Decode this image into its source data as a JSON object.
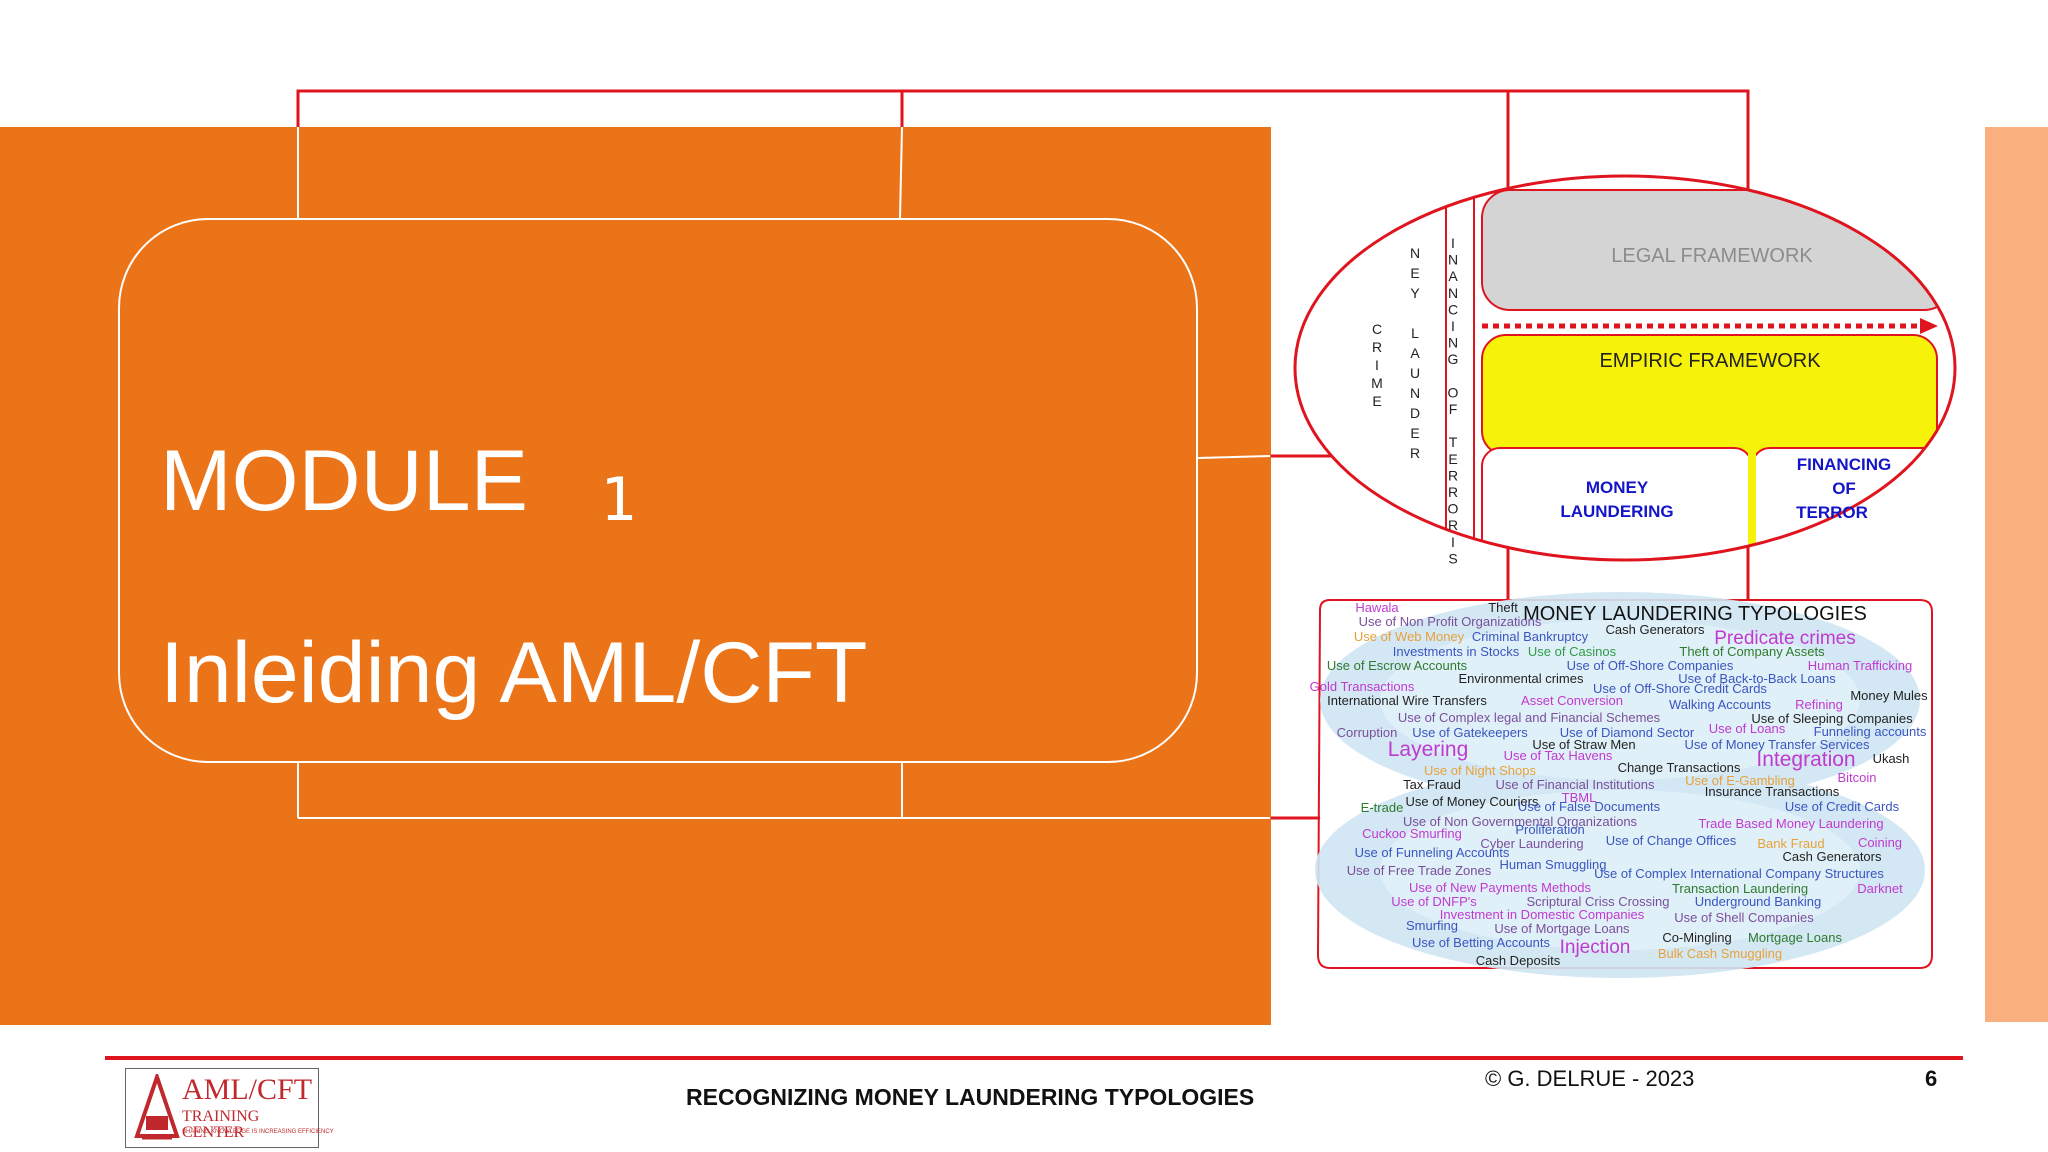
{
  "slide": {
    "title": "MODULE",
    "number": "1",
    "subtitle": "Inleiding AML/CFT"
  },
  "diagram": {
    "vertical_labels": {
      "crime": "CRIME",
      "money_laundering": "NEY LAUNDER",
      "financing_terrorism": "INANCING OF TERRORIS"
    },
    "legal_framework": "LEGAL  FRAMEWORK",
    "empiric_framework": "EMPIRIC  FRAMEWORK",
    "money_laundering": [
      "MONEY",
      "LAUNDERING"
    ],
    "financing_terror": [
      "FINANCING",
      "OF",
      "TERROR"
    ]
  },
  "typologies": {
    "title": "MONEY LAUNDERING TYPOLOGIES",
    "words": [
      {
        "t": "Hawala",
        "c": "#c03ad0"
      },
      {
        "t": "Theft",
        "c": "#222222"
      },
      {
        "t": "Use of Non Profit Organizations",
        "c": "#7a4f9a"
      },
      {
        "t": "Cash Generators",
        "c": "#222222"
      },
      {
        "t": "Use of Web Money",
        "c": "#e8a13a"
      },
      {
        "t": "Criminal Bankruptcy",
        "c": "#3a55c0"
      },
      {
        "t": "Predicate  crimes",
        "c": "#c03ad0"
      },
      {
        "t": "Investments in Stocks",
        "c": "#3a55c0"
      },
      {
        "t": "Use of Casinos",
        "c": "#2f9a4a"
      },
      {
        "t": "Theft of Company Assets",
        "c": "#2f7a2f"
      },
      {
        "t": "Use of Escrow Accounts",
        "c": "#2f7a2f"
      },
      {
        "t": "Use of Off-Shore Companies",
        "c": "#3a55c0"
      },
      {
        "t": "Human Trafficking",
        "c": "#c03ad0"
      },
      {
        "t": "Environmental crimes",
        "c": "#222222"
      },
      {
        "t": "Use of Back-to-Back Loans",
        "c": "#3a55c0"
      },
      {
        "t": "Gold Transactions",
        "c": "#c03ad0"
      },
      {
        "t": "Use of Off-Shore Credit Cards",
        "c": "#3a55c0"
      },
      {
        "t": "International Wire Transfers",
        "c": "#222222"
      },
      {
        "t": "Asset Conversion",
        "c": "#c03ad0"
      },
      {
        "t": "Walking Accounts",
        "c": "#3a55c0"
      },
      {
        "t": "Refining",
        "c": "#c03ad0"
      },
      {
        "t": "Money Mules",
        "c": "#222222"
      },
      {
        "t": "Use of Complex legal and Financial Schemes",
        "c": "#7a4f9a"
      },
      {
        "t": "Use of Sleeping Companies",
        "c": "#222222"
      },
      {
        "t": "Corruption",
        "c": "#7a4f9a"
      },
      {
        "t": "Use of Gatekeepers",
        "c": "#3a55c0"
      },
      {
        "t": "Use of Diamond Sector",
        "c": "#3a55c0"
      },
      {
        "t": "Use of Loans",
        "c": "#c03ad0"
      },
      {
        "t": "Funneling accounts",
        "c": "#3a55c0"
      },
      {
        "t": "Use of Straw Men",
        "c": "#222222"
      },
      {
        "t": "Use of Money Transfer Services",
        "c": "#3a55c0"
      },
      {
        "t": "Layering",
        "c": "#c03ad0"
      },
      {
        "t": "Use of Tax Havens",
        "c": "#c03ad0"
      },
      {
        "t": "Integration",
        "c": "#c03ad0"
      },
      {
        "t": "Ukash",
        "c": "#222222"
      },
      {
        "t": "Use of Night Shops",
        "c": "#e8a13a"
      },
      {
        "t": "Change Transactions",
        "c": "#222222"
      },
      {
        "t": "Tax Fraud",
        "c": "#222222"
      },
      {
        "t": "Use of Financial Institutions",
        "c": "#7a4f9a"
      },
      {
        "t": "Use of E-Gambling",
        "c": "#e8a13a"
      },
      {
        "t": "Bitcoin",
        "c": "#c03ad0"
      },
      {
        "t": "Insurance Transactions",
        "c": "#222222"
      },
      {
        "t": "Use of Money Couriers",
        "c": "#222222"
      },
      {
        "t": "TBML",
        "c": "#c03ad0"
      },
      {
        "t": "E-trade",
        "c": "#2f7a2f"
      },
      {
        "t": "Use of False Documents",
        "c": "#3a55c0"
      },
      {
        "t": "Use of Credit Cards",
        "c": "#3a55c0"
      },
      {
        "t": "Use of Non Governmental Organizations",
        "c": "#7a4f9a"
      },
      {
        "t": "Trade Based Money Laundering",
        "c": "#c03ad0"
      },
      {
        "t": "Cuckoo Smurfing",
        "c": "#c03ad0"
      },
      {
        "t": "Proliferation",
        "c": "#3a55c0"
      },
      {
        "t": "Cyber Laundering",
        "c": "#7a4f9a"
      },
      {
        "t": "Use of Change Offices",
        "c": "#3a55c0"
      },
      {
        "t": "Bank Fraud",
        "c": "#e8a13a"
      },
      {
        "t": "Coining",
        "c": "#c03ad0"
      },
      {
        "t": "Use of Funneling Accounts",
        "c": "#3a55c0"
      },
      {
        "t": "Cash Generators",
        "c": "#222222"
      },
      {
        "t": "Human Smuggling",
        "c": "#3a55c0"
      },
      {
        "t": "Use of Free Trade Zones",
        "c": "#7a4f9a"
      },
      {
        "t": "Use of Complex International Company Structures",
        "c": "#3a55c0"
      },
      {
        "t": "Use of New Payments Methods",
        "c": "#c03ad0"
      },
      {
        "t": "Transaction Laundering",
        "c": "#2f7a2f"
      },
      {
        "t": "Darknet",
        "c": "#c03ad0"
      },
      {
        "t": "Use of DNFP's",
        "c": "#c03ad0"
      },
      {
        "t": "Scriptural Criss Crossing",
        "c": "#7a4f9a"
      },
      {
        "t": "Underground Banking",
        "c": "#3a55c0"
      },
      {
        "t": "Investment in Domestic Companies",
        "c": "#c03ad0"
      },
      {
        "t": "Use of Shell Companies",
        "c": "#7a4f9a"
      },
      {
        "t": "Smurfing",
        "c": "#3a55c0"
      },
      {
        "t": "Use of Mortgage Loans",
        "c": "#7a4f9a"
      },
      {
        "t": "Use of Betting Accounts",
        "c": "#3a55c0"
      },
      {
        "t": "Injection",
        "c": "#c03ad0"
      },
      {
        "t": "Co-Mingling",
        "c": "#222222"
      },
      {
        "t": "Mortgage Loans",
        "c": "#2f7a2f"
      },
      {
        "t": "Cash Deposits",
        "c": "#222222"
      },
      {
        "t": "Bulk Cash Smuggling",
        "c": "#e8a13a"
      }
    ]
  },
  "footer": {
    "center": "RECOGNIZING MONEY LAUNDERING TYPOLOGIES",
    "copyright": "© G. DELRUE - 2023",
    "page": "6",
    "logo_main": "AML/CFT",
    "logo_sub": "TRAINING CENTER",
    "logo_tagline": "SHARING KNOWLEDGE IS INCREASING EFFICIENCY"
  },
  "colors": {
    "orange": "#ec7418",
    "peach": "#f9b07e",
    "red_line": "#e0141e",
    "yellow": "#f7f20a",
    "grey_box": "#d4d4d4",
    "blue_text": "#1414c8"
  }
}
